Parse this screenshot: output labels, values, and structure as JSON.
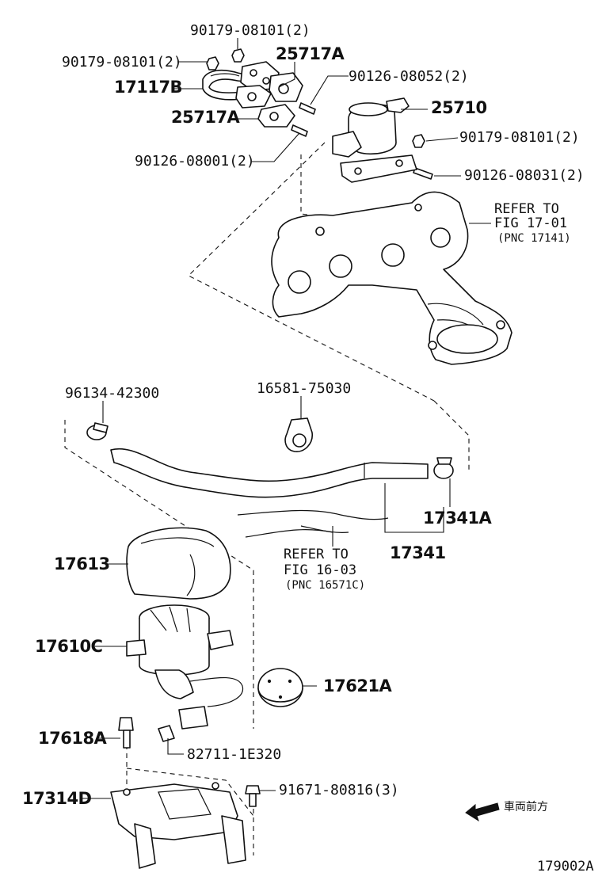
{
  "labels": {
    "p_90179_top": "90179-08101(2)",
    "p_90179_left": "90179-08101(2)",
    "p_25717A_top": "25717A",
    "p_17117B": "17117B",
    "p_90126_08052": "90126-08052(2)",
    "p_25710": "25710",
    "p_25717A_mid": "25717A",
    "p_90179_right": "90179-08101(2)",
    "p_90126_08001": "90126-08001(2)",
    "p_90126_08031": "90126-08031(2)",
    "ref1_line1": "REFER TO",
    "ref1_line2": "FIG 17-01",
    "ref1_line3": "(PNC 17141)",
    "p_96134": "96134-42300",
    "p_16581": "16581-75030",
    "p_17341A": "17341A",
    "p_17341": "17341",
    "ref2_line1": "REFER TO",
    "ref2_line2": "FIG 16-03",
    "ref2_line3": "(PNC 16571C)",
    "p_17613": "17613",
    "p_17610C": "17610C",
    "p_17621A": "17621A",
    "p_17618A": "17618A",
    "p_82711": "82711-1E320",
    "p_17314D": "17314D",
    "p_91671": "91671-80816(3)",
    "front_label": "車両前方",
    "figure_id": "179002A"
  }
}
